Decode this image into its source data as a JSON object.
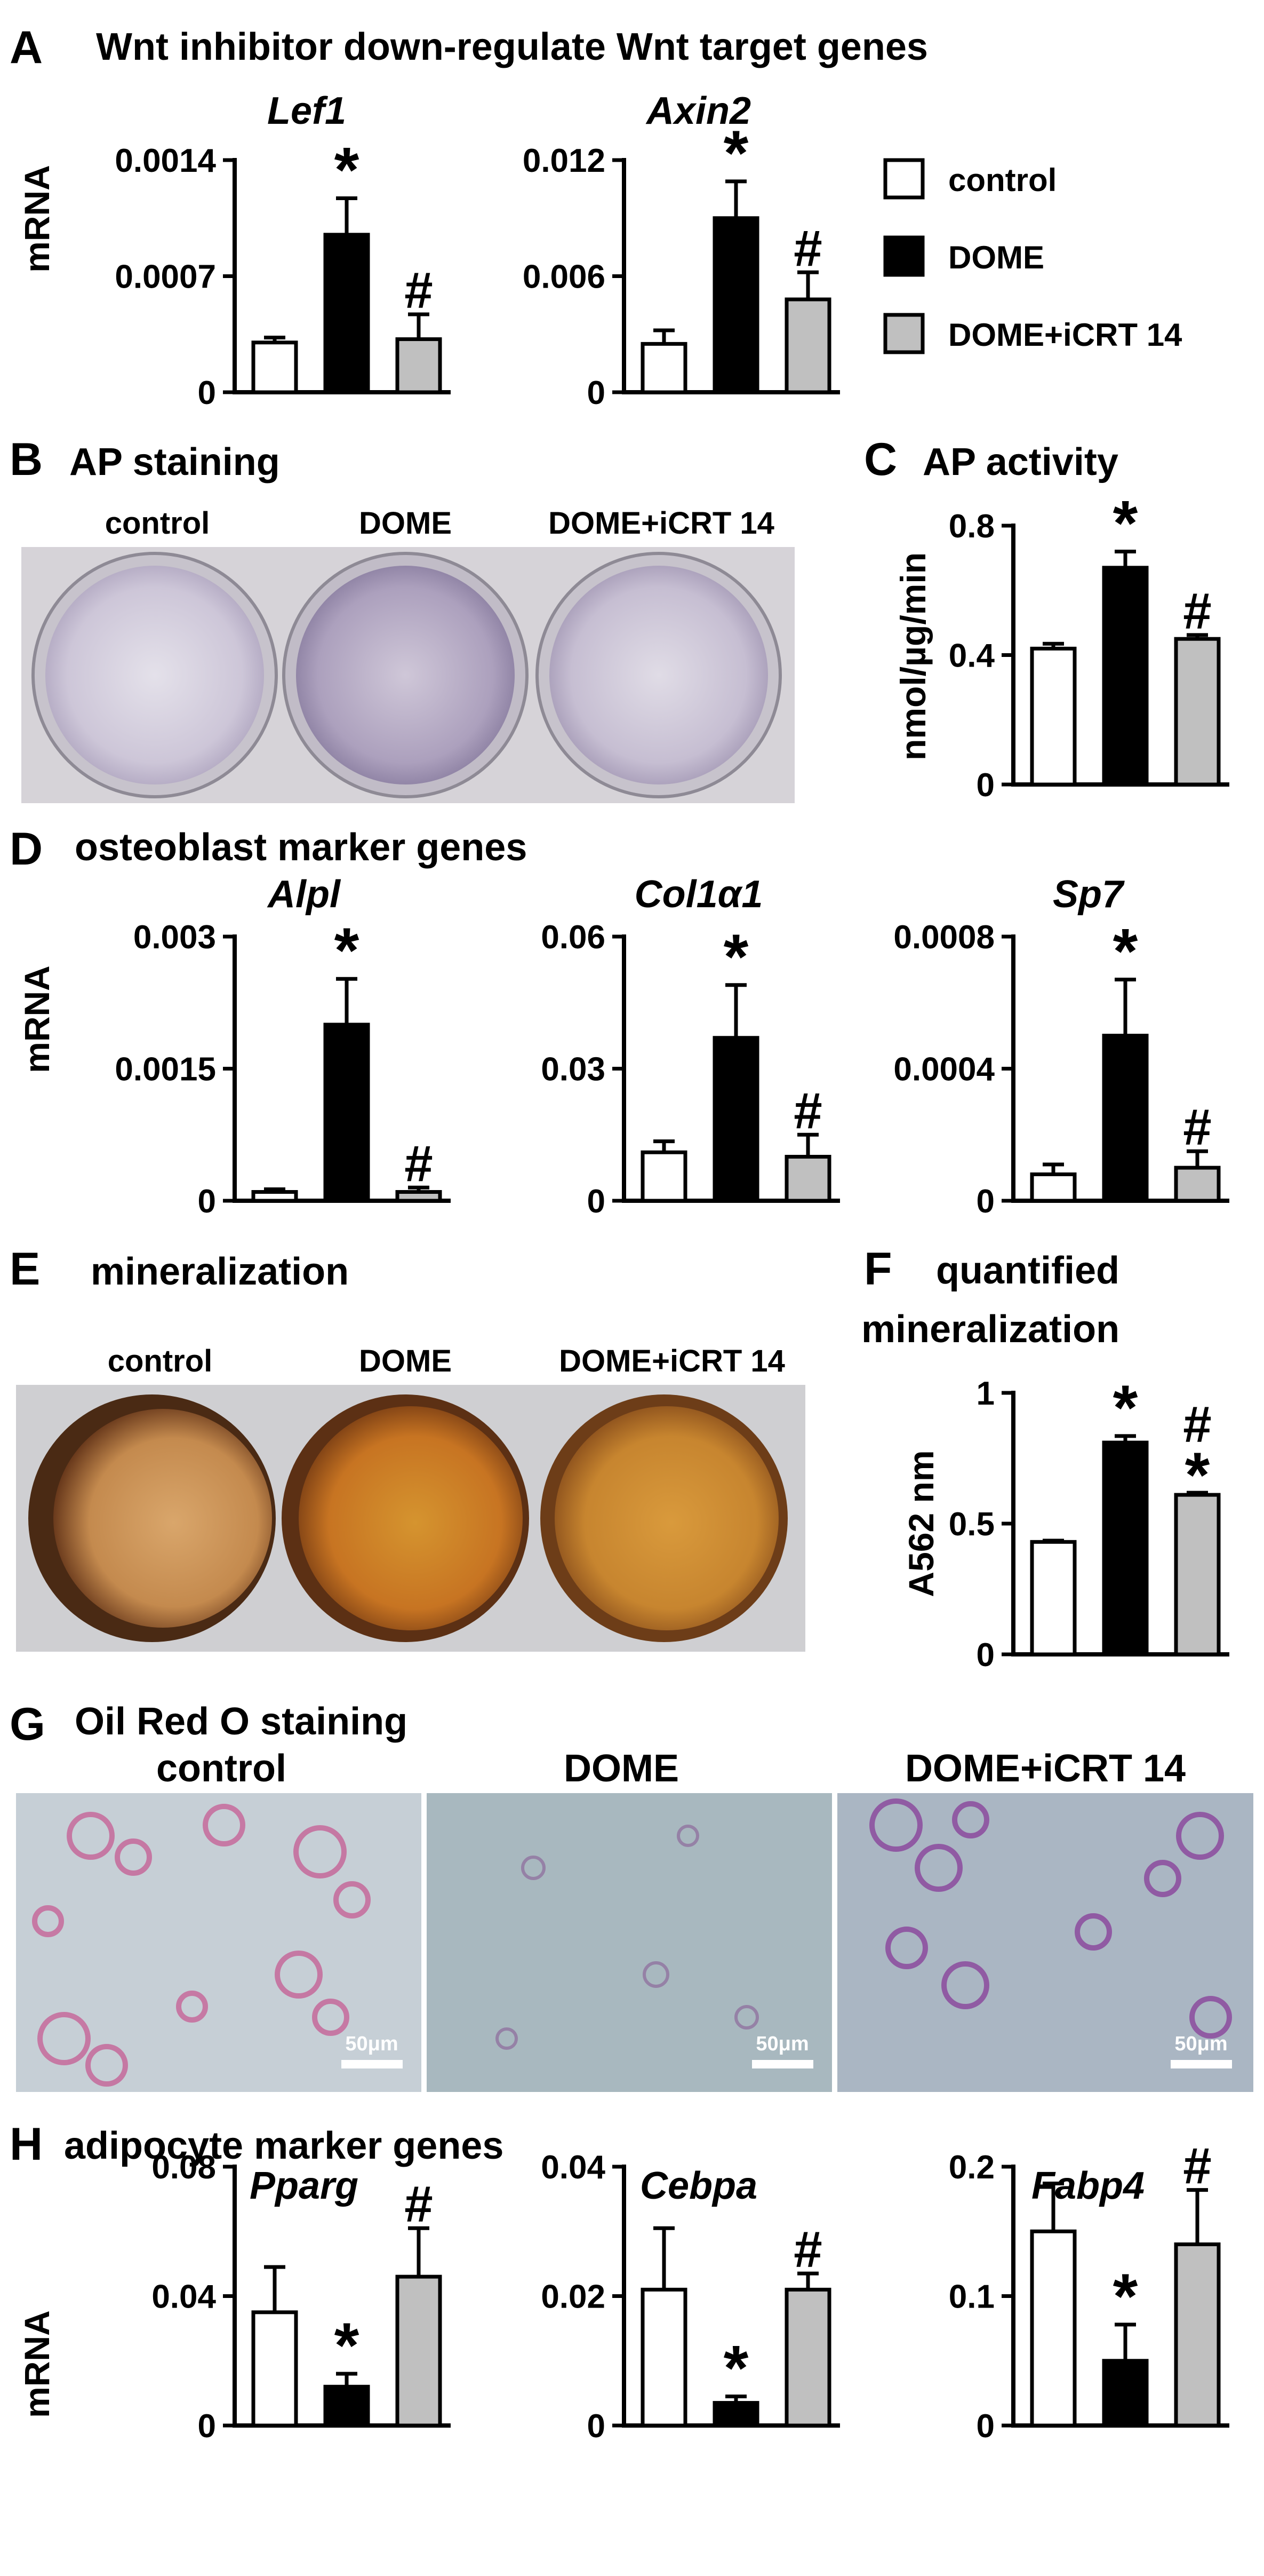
{
  "colors": {
    "control": "#ffffff",
    "DOME": "#000000",
    "DOME_iCRT14": "#c0c0c0"
  },
  "legend": {
    "items": [
      {
        "label": "control",
        "color": "#ffffff"
      },
      {
        "label": "DOME",
        "color": "#000000"
      },
      {
        "label": "DOME+iCRT 14",
        "color": "#c0c0c0"
      }
    ]
  },
  "panels": {
    "A": {
      "letter": "A",
      "title": "Wnt inhibitor down-regulate Wnt target genes",
      "ylabel": "mRNA"
    },
    "B": {
      "letter": "B",
      "title": "AP staining",
      "labels": [
        "control",
        "DOME",
        "DOME+iCRT 14"
      ]
    },
    "C": {
      "letter": "C",
      "title": "AP activity"
    },
    "D": {
      "letter": "D",
      "title": "osteoblast marker genes",
      "ylabel": "mRNA"
    },
    "E": {
      "letter": "E",
      "title": "mineralization",
      "labels": [
        "control",
        "DOME",
        "DOME+iCRT 14"
      ]
    },
    "F": {
      "letter": "F",
      "title": "quantified",
      "title2": "mineralization"
    },
    "G": {
      "letter": "G",
      "title": "Oil Red O staining",
      "labels": [
        "control",
        "DOME",
        "DOME+iCRT 14"
      ],
      "scale": "50μm"
    },
    "H": {
      "letter": "H",
      "title": "adipocyte marker genes",
      "ylabel": "mRNA"
    }
  },
  "chart_data": [
    {
      "panel": "A",
      "type": "bar",
      "title": "Lef1",
      "ylabel": "mRNA",
      "ylim": [
        0,
        0.0014
      ],
      "ticks": [
        "0",
        "0.0007",
        "0.0014"
      ],
      "categories": [
        "control",
        "DOME",
        "DOME+iCRT 14"
      ],
      "values": [
        0.0003,
        0.00095,
        0.00032
      ],
      "errors": [
        3e-05,
        0.00022,
        0.00015
      ],
      "marks": [
        "",
        "*",
        "#"
      ]
    },
    {
      "panel": "A",
      "type": "bar",
      "title": "Axin2",
      "ylabel": "",
      "ylim": [
        0,
        0.012
      ],
      "ticks": [
        "0",
        "0.006",
        "0.012"
      ],
      "categories": [
        "control",
        "DOME",
        "DOME+iCRT 14"
      ],
      "values": [
        0.0025,
        0.009,
        0.0048
      ],
      "errors": [
        0.0007,
        0.0019,
        0.0014
      ],
      "marks": [
        "",
        "*",
        "#"
      ]
    },
    {
      "panel": "C",
      "type": "bar",
      "title": "",
      "ylabel": "nmol/µg/min",
      "ylim": [
        0,
        0.8
      ],
      "ticks": [
        "0",
        "0.4",
        "0.8"
      ],
      "categories": [
        "control",
        "DOME",
        "DOME+iCRT 14"
      ],
      "values": [
        0.42,
        0.67,
        0.45
      ],
      "errors": [
        0.015,
        0.05,
        0.012
      ],
      "marks": [
        "",
        "*",
        "#"
      ]
    },
    {
      "panel": "D",
      "type": "bar",
      "title": "Alpl",
      "ylabel": "mRNA",
      "ylim": [
        0,
        0.003
      ],
      "ticks": [
        "0",
        "0.0015",
        "0.003"
      ],
      "categories": [
        "control",
        "DOME",
        "DOME+iCRT 14"
      ],
      "values": [
        0.0001,
        0.002,
        0.0001
      ],
      "errors": [
        3e-05,
        0.00052,
        5e-05
      ],
      "marks": [
        "",
        "*",
        "#"
      ]
    },
    {
      "panel": "D",
      "type": "bar",
      "title": "Col1α1",
      "ylabel": "",
      "ylim": [
        0,
        0.06
      ],
      "ticks": [
        "0",
        "0.03",
        "0.06"
      ],
      "categories": [
        "control",
        "DOME",
        "DOME+iCRT 14"
      ],
      "values": [
        0.011,
        0.037,
        0.01
      ],
      "errors": [
        0.0025,
        0.012,
        0.005
      ],
      "marks": [
        "",
        "*",
        "#"
      ]
    },
    {
      "panel": "D",
      "type": "bar",
      "title": "Sp7",
      "ylabel": "",
      "ylim": [
        0,
        0.0008
      ],
      "ticks": [
        "0",
        "0.0004",
        "0.0008"
      ],
      "categories": [
        "control",
        "DOME",
        "DOME+iCRT 14"
      ],
      "values": [
        8e-05,
        0.0005,
        0.0001
      ],
      "errors": [
        3e-05,
        0.00017,
        5e-05
      ],
      "marks": [
        "",
        "*",
        "#"
      ]
    },
    {
      "panel": "F",
      "type": "bar",
      "title": "",
      "ylabel": "A562 nm",
      "ylim": [
        0,
        1
      ],
      "ticks": [
        "0",
        "0.5",
        "1"
      ],
      "categories": [
        "control",
        "DOME",
        "DOME+iCRT 14"
      ],
      "values": [
        0.43,
        0.81,
        0.61
      ],
      "errors": [
        0.005,
        0.025,
        0.008
      ],
      "marks": [
        "",
        "*",
        "#*"
      ]
    },
    {
      "panel": "H",
      "type": "bar",
      "title": "Pparg",
      "ylabel": "mRNA",
      "ylim": [
        0,
        0.08
      ],
      "ticks": [
        "0",
        "0.04",
        "0.08"
      ],
      "categories": [
        "control",
        "DOME",
        "DOME+iCRT 14"
      ],
      "values": [
        0.035,
        0.012,
        0.046
      ],
      "errors": [
        0.014,
        0.004,
        0.015
      ],
      "marks": [
        "",
        "*",
        "#"
      ]
    },
    {
      "panel": "H",
      "type": "bar",
      "title": "Cebpa",
      "ylabel": "",
      "ylim": [
        0,
        0.04
      ],
      "ticks": [
        "0",
        "0.02",
        "0.04"
      ],
      "categories": [
        "control",
        "DOME",
        "DOME+iCRT 14"
      ],
      "values": [
        0.021,
        0.0035,
        0.021
      ],
      "errors": [
        0.0095,
        0.001,
        0.0025
      ],
      "marks": [
        "",
        "*",
        "#"
      ]
    },
    {
      "panel": "H",
      "type": "bar",
      "title": "Fabp4",
      "ylabel": "",
      "ylim": [
        0,
        0.2
      ],
      "ticks": [
        "0",
        "0.1",
        "0.2"
      ],
      "categories": [
        "control",
        "DOME",
        "DOME+iCRT 14"
      ],
      "values": [
        0.15,
        0.05,
        0.14
      ],
      "errors": [
        0.037,
        0.028,
        0.042
      ],
      "marks": [
        "",
        "*",
        "#"
      ]
    }
  ]
}
